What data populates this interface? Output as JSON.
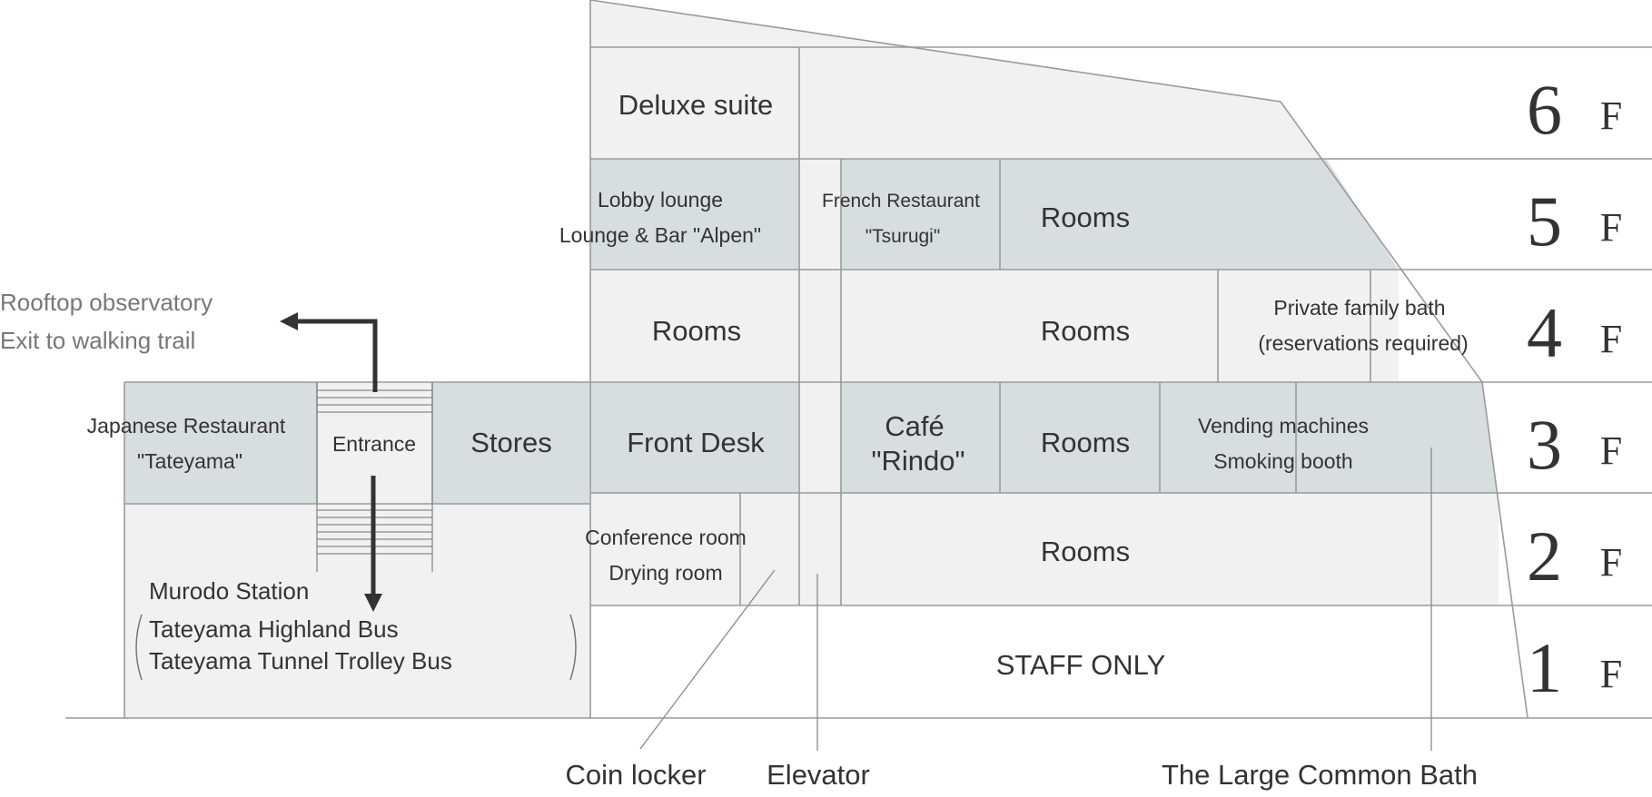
{
  "colors": {
    "public_area": "#d8dee0",
    "private_area": "#f1f1f1",
    "line": "#9a9a9a",
    "text": "#333333",
    "muted_text": "#777777",
    "arrow": "#333333"
  },
  "floors": [
    {
      "number": "6",
      "suffix": "F"
    },
    {
      "number": "5",
      "suffix": "F"
    },
    {
      "number": "4",
      "suffix": "F"
    },
    {
      "number": "3",
      "suffix": "F"
    },
    {
      "number": "2",
      "suffix": "F"
    },
    {
      "number": "1",
      "suffix": "F"
    }
  ],
  "rooms": {
    "deluxe_suite": "Deluxe suite",
    "lobby_lounge": "Lobby lounge",
    "lounge_bar": "Lounge & Bar \"Alpen\"",
    "french_restaurant": "French Restaurant",
    "french_restaurant_name": "\"Tsurugi\"",
    "rooms_5f": "Rooms",
    "rooms_4f_left": "Rooms",
    "rooms_4f_right": "Rooms",
    "private_bath": "Private family bath",
    "private_bath_note": "(reservations required)",
    "front_desk": "Front Desk",
    "cafe": "Café",
    "cafe_name": "\"Rindo\"",
    "rooms_3f": "Rooms",
    "vending": "Vending machines",
    "smoking": "Smoking booth",
    "conference": "Conference room",
    "drying": "Drying room",
    "rooms_2f": "Rooms",
    "staff_only": "STAFF ONLY",
    "japanese_restaurant": "Japanese Restaurant",
    "japanese_restaurant_name": "\"Tateyama\"",
    "entrance": "Entrance",
    "stores": "Stores"
  },
  "station": {
    "name": "Murodo Station",
    "line1": "Tateyama Highland Bus",
    "line2": "Tateyama Tunnel Trolley Bus"
  },
  "rooftop": {
    "line1": "Rooftop observatory",
    "line2": "Exit to walking trail"
  },
  "callouts": {
    "coin_locker": "Coin locker",
    "elevator": "Elevator",
    "large_bath": "The Large Common Bath"
  }
}
